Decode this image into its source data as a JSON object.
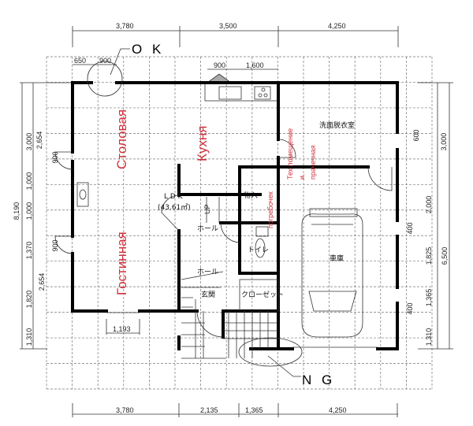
{
  "annotations": {
    "ok": "O K",
    "ng": "N G"
  },
  "rooms": {
    "dining": "Столовая",
    "kitchen": "Кухня",
    "tech_room_1": "Тех помещение",
    "tech_room_2": "и.",
    "laundry": "прачечная",
    "cellar": "погребочек",
    "living": "Гостинная",
    "washroom": "洗面脱衣室",
    "ldk": "L D K",
    "ldk_area": "(43.61㎡)",
    "storage": "物入",
    "hall_1": "ホール",
    "hall_2": "ホール",
    "toilet": "トイレ",
    "garage": "車庫",
    "entrance": "玄関",
    "closet": "クローゼット",
    "stairs_up": "UP"
  },
  "dimensions": {
    "top": [
      "3,780",
      "3,500",
      "4,250"
    ],
    "bottom": [
      "3,780",
      "2,135",
      "1,365",
      "4,250"
    ],
    "top_inner": [
      "650",
      "900",
      "900",
      "1,600"
    ],
    "left": [
      "3,000",
      "2,654",
      "900",
      "1,000",
      "8,190",
      "1,000",
      "1,370",
      "900",
      "2,654",
      "1,820",
      "1,310"
    ],
    "right": [
      "600",
      "3,000",
      "2,000",
      "400",
      "1,825",
      "6,500",
      "1,365",
      "400",
      "1,310"
    ],
    "window_bottom": "1,193"
  },
  "colors": {
    "label_red": "#d0303a",
    "wall": "#000000"
  }
}
